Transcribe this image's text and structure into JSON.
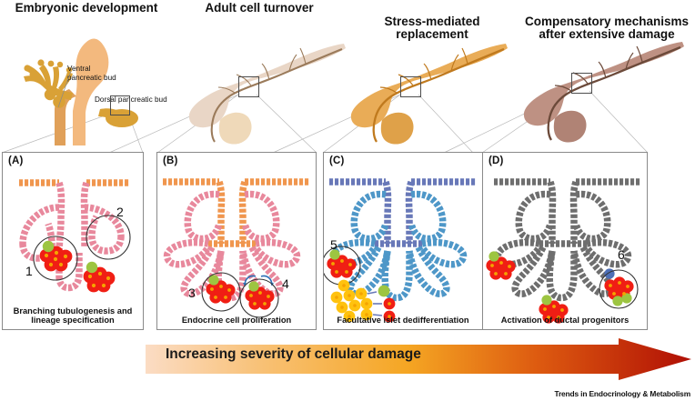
{
  "figure": {
    "journal_credit": "Trends in Endocrinology & Metabolism"
  },
  "columns": [
    {
      "id": "embryonic",
      "title": "Embryonic development"
    },
    {
      "id": "adult",
      "title": "Adult cell turnover"
    },
    {
      "id": "stress",
      "title": "Stress-mediated\nreplacement"
    },
    {
      "id": "compensatory",
      "title": "Compensatory mechanisms\nafter extensive damage"
    }
  ],
  "embryo_labels": [
    {
      "id": "ventral",
      "text": "Ventral\npancreatic bud"
    },
    {
      "id": "dorsal",
      "text": "Dorsal pancreatic bud"
    }
  ],
  "panels": [
    {
      "id": "A",
      "letter": "(A)",
      "caption": "Branching tubulogenesis and\nlineage specification",
      "duct_color": "#E8889C",
      "trunk_color": "#F0964E",
      "callouts": [
        {
          "num": "1"
        },
        {
          "num": "2"
        }
      ]
    },
    {
      "id": "B",
      "letter": "(B)",
      "caption": "Endocrine cell proliferation",
      "duct_color": "#E8889C",
      "trunk_color": "#F0964E",
      "callouts": [
        {
          "num": "3"
        },
        {
          "num": "4"
        }
      ]
    },
    {
      "id": "C",
      "letter": "(C)",
      "caption": "Facultative islet dedifferentiation",
      "duct_color": "#4E97C8",
      "trunk_color": "#6878B8",
      "callouts": [
        {
          "num": "5"
        }
      ]
    },
    {
      "id": "D",
      "letter": "(D)",
      "caption": "Activation of ductal progenitors",
      "duct_color": "#6E6E6E",
      "trunk_color": "#6E6E6E",
      "callouts": [
        {
          "num": "6"
        }
      ]
    }
  ],
  "severity_arrow": {
    "label": "Increasing severity of cellular damage",
    "gradient_start": "#FBDCC4",
    "gradient_mid": "#F5A623",
    "gradient_end": "#B00F05"
  },
  "colors": {
    "islet_red": "#F01E14",
    "islet_dot": "#F5A300",
    "islet_green": "#9DC541",
    "dediff_yellow": "#FFC20E",
    "organ_embryo": "#E8A860",
    "organ_adult": "#E8D5C4",
    "organ_stress": "#E8A94E",
    "organ_damage": "#BF9080",
    "duct_line": "#8A6A4F",
    "panel_border": "#8a8a8a",
    "callout_stroke": "#4d4d4d"
  }
}
